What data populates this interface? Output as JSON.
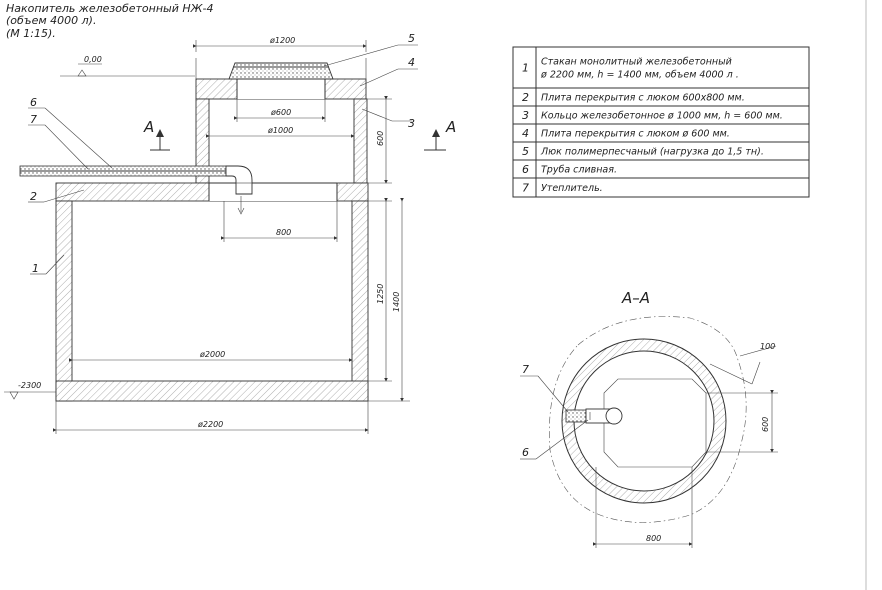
{
  "title": {
    "line1": "Накопитель железобетонный НЖ-4",
    "line2": "(объем 4000 л).",
    "line3": "(М 1:15)."
  },
  "elevations": {
    "top": "0,00",
    "bottom": "-2300"
  },
  "dimensions": {
    "d1200": "ø1200",
    "d600": "ø600",
    "d1000": "ø1000",
    "w800": "800",
    "d2000": "ø2000",
    "d2200": "ø2200",
    "h600": "600",
    "h1250": "1250",
    "h1400": "1400"
  },
  "section_marks": {
    "left": "A",
    "right": "A"
  },
  "callouts": {
    "n1": "1",
    "n2": "2",
    "n3": "3",
    "n4": "4",
    "n5": "5",
    "n6": "6",
    "n7": "7"
  },
  "legend": [
    {
      "num": "1",
      "lines": [
        "Стакан монолитный железобетонный",
        "ø 2200 мм, h = 1400 мм, объем 4000 л ."
      ]
    },
    {
      "num": "2",
      "lines": [
        "Плита перекрытия с люком 600х800 мм."
      ]
    },
    {
      "num": "3",
      "lines": [
        "Кольцо железобетонное ø 1000 мм, h = 600 мм."
      ]
    },
    {
      "num": "4",
      "lines": [
        "Плита перекрытия с люком ø 600 мм."
      ]
    },
    {
      "num": "5",
      "lines": [
        "Люк полимерпесчаный (нагрузка до 1,5 тн)."
      ]
    },
    {
      "num": "6",
      "lines": [
        "Труба сливная."
      ]
    },
    {
      "num": "7",
      "lines": [
        "Утеплитель."
      ]
    }
  ],
  "section_view": {
    "title": "А–А",
    "dim_100": "100",
    "dim_600": "600",
    "dim_800": "800",
    "callout_7": "7",
    "callout_6": "6"
  }
}
